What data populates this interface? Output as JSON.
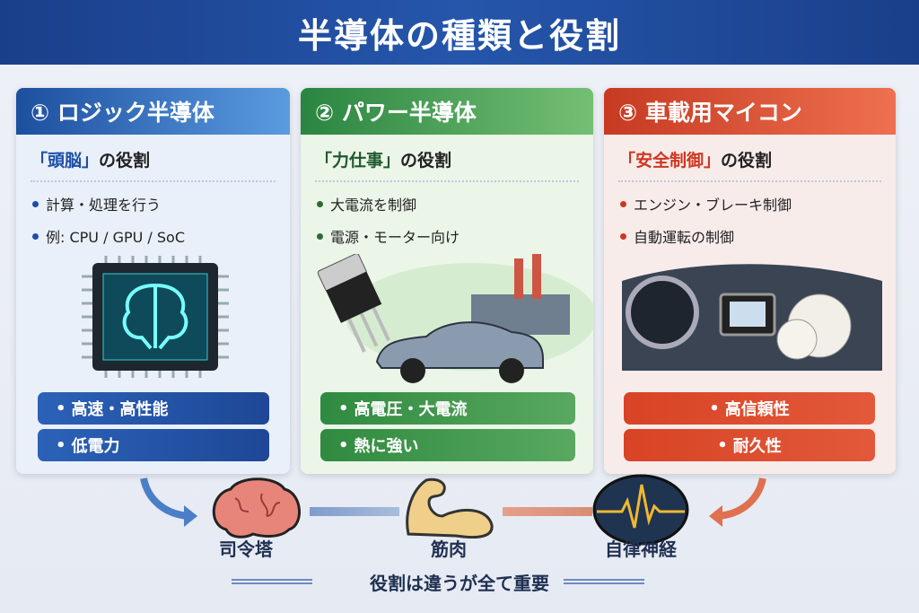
{
  "title": "半導体の種類と役割",
  "cards": [
    {
      "header": "① ロジック半導体",
      "role_highlight": "「頭脳」",
      "role_suffix": "の役割",
      "bullets": [
        "計算・処理を行う",
        "例: CPU / GPU / SoC"
      ],
      "features": [
        "高速・高性能",
        "低電力"
      ],
      "color": "#1d4f9f"
    },
    {
      "header": "② パワー半導体",
      "role_highlight": "「力仕事」",
      "role_suffix": "の役割",
      "bullets": [
        "大電流を制御",
        "電源・モーター向け"
      ],
      "features": [
        "高電圧・大電流",
        "熱に強い"
      ],
      "color": "#2a8540"
    },
    {
      "header": "③ 車載用マイコン",
      "role_highlight": "「安全制御」",
      "role_suffix": "の役割",
      "bullets": [
        "エンジン・ブレーキ制御",
        "自動運転の制御"
      ],
      "features": [
        "高信頼性",
        "耐久性"
      ],
      "color": "#c63a22"
    }
  ],
  "analogy": {
    "labels": [
      "司令塔",
      "筋肉",
      "自律神経"
    ]
  },
  "footer": "役割は違うが全て重要"
}
